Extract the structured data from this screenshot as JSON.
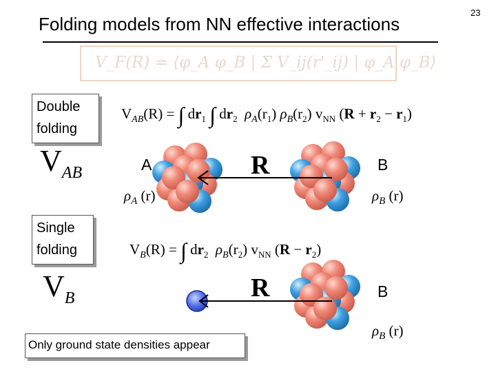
{
  "slide": {
    "number": "23",
    "title": "Folding models from NN effective interactions",
    "top_formula": "V_F(R) = ⟨φ_A φ_B | Σ V_ij(r'_ij) | φ_A φ_B⟩"
  },
  "double": {
    "label_line1": "Double",
    "label_line2": "folding",
    "symbol": "V_AB",
    "formula": "V_AB(R) = ∫ dr_1 ∫ dr_2 ρ_A(r_1) ρ_B(r_2) v_NN(R + r_2 − r_1)",
    "nucleus_a_label": "A",
    "nucleus_b_label": "B",
    "vector_label": "R",
    "rho_a": "ρ_A(r)",
    "rho_b": "ρ_B(r)"
  },
  "single": {
    "label_line1": "Single",
    "label_line2": "folding",
    "symbol": "V_B",
    "formula": "V_B(R) = ∫ dr_2 ρ_B(r_2) v_NN(R − r_2)",
    "nucleus_b_label": "B",
    "vector_label": "R",
    "rho_b": "ρ_B(r)"
  },
  "note": "Only ground state densities appear",
  "colors": {
    "proton": "#f08878",
    "neutron": "#3fa0e0",
    "nucleon_probe": "#4a6ae8",
    "formula_box_border": "#f1d5c0",
    "formula_ghost_text": "#e8d8cc"
  }
}
